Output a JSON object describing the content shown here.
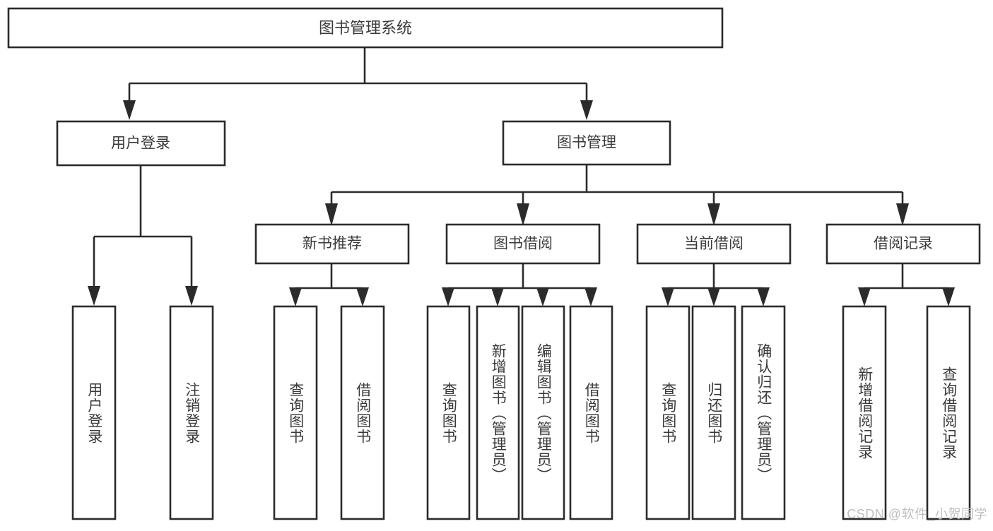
{
  "diagram": {
    "type": "tree-hierarchy-chart",
    "title": "图书管理系统",
    "background": "#ffffff",
    "stroke_color": "#2b2b2b",
    "text_color": "#3a3a3a",
    "levels": {
      "root": {
        "label": "图书管理系统"
      },
      "level2": [
        {
          "id": "user-login",
          "label": "用户登录"
        },
        {
          "id": "book-management",
          "label": "图书管理"
        }
      ],
      "level3": [
        {
          "id": "new-book-recommend",
          "label": "新书推荐"
        },
        {
          "id": "book-borrow",
          "label": "图书借阅"
        },
        {
          "id": "current-borrow",
          "label": "当前借阅"
        },
        {
          "id": "borrow-record",
          "label": "借阅记录"
        }
      ],
      "leaves": {
        "user_login": [
          {
            "id": "leaf-user-login",
            "label": "用户登录"
          },
          {
            "id": "leaf-logout",
            "label": "注销登录"
          }
        ],
        "new_book_recommend": [
          {
            "id": "leaf-query-book-1",
            "label": "查询图书"
          },
          {
            "id": "leaf-borrow-book-1",
            "label": "借阅图书"
          }
        ],
        "book_borrow": [
          {
            "id": "leaf-query-book-2",
            "label": "查询图书"
          },
          {
            "id": "leaf-add-book",
            "label": "新增图书（管理员）"
          },
          {
            "id": "leaf-edit-book",
            "label": "编辑图书（管理员）"
          },
          {
            "id": "leaf-borrow-book-2",
            "label": "借阅图书"
          }
        ],
        "current_borrow": [
          {
            "id": "leaf-query-book-3",
            "label": "查询图书"
          },
          {
            "id": "leaf-return-book",
            "label": "归还图书"
          },
          {
            "id": "leaf-confirm-return",
            "label": "确认归还（管理员）"
          }
        ],
        "borrow_record": [
          {
            "id": "leaf-add-record",
            "label": "新增借阅记录"
          },
          {
            "id": "leaf-query-record",
            "label": "查询借阅记录"
          }
        ]
      }
    }
  },
  "watermark": {
    "text": "CSDN @软件_小贺同学"
  }
}
